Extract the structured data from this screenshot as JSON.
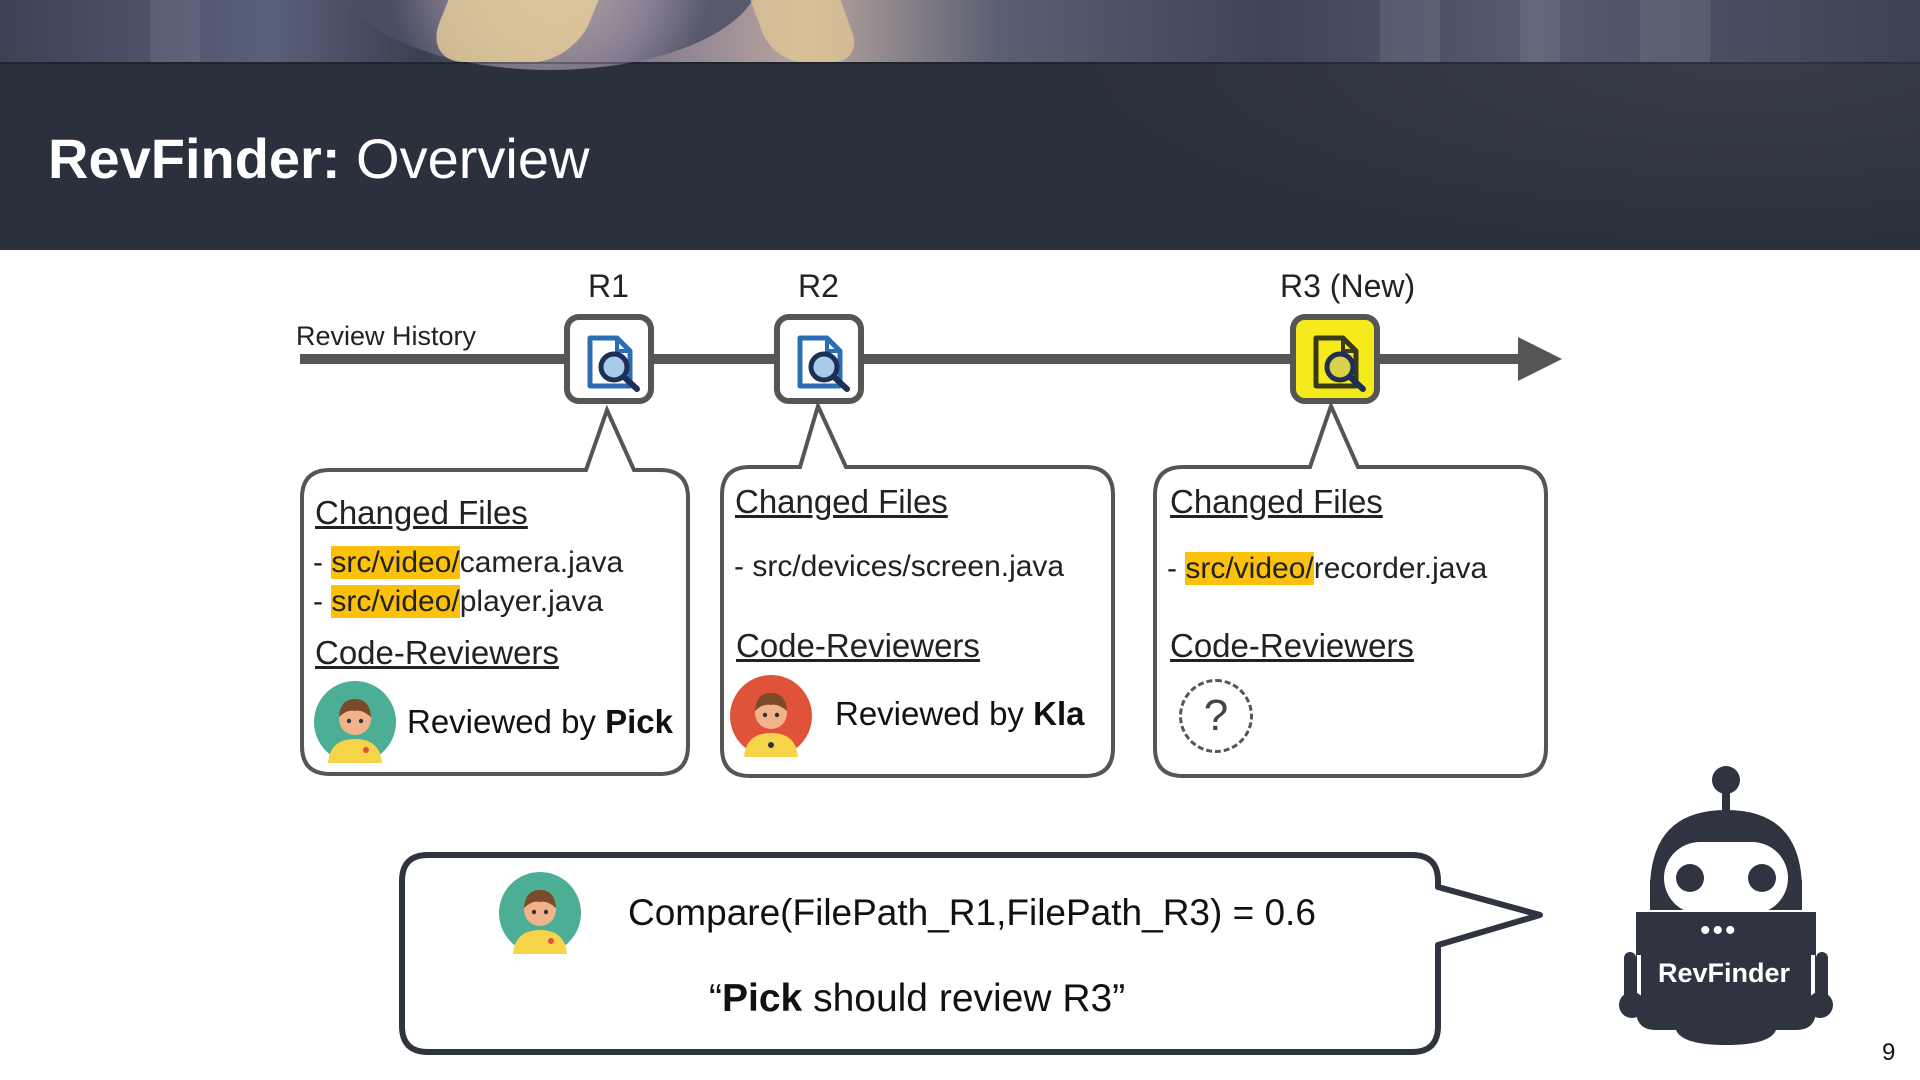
{
  "slide": {
    "title_bold": "RevFinder:",
    "title_rest": " Overview",
    "page_number": "9"
  },
  "timeline": {
    "label": "Review History",
    "reviews": [
      {
        "label": "R1"
      },
      {
        "label": "R2"
      },
      {
        "label": "R3 (New)"
      }
    ]
  },
  "cards": [
    {
      "changed_files_heading": "Changed Files",
      "files": [
        {
          "prefix": "- ",
          "highlight": "src/video/",
          "rest": "camera.java"
        },
        {
          "prefix": "- ",
          "highlight": "src/video/",
          "rest": "player.java"
        }
      ],
      "reviewers_heading": "Code-Reviewers",
      "reviewed_prefix": "Reviewed by ",
      "reviewer": "Pick"
    },
    {
      "changed_files_heading": "Changed Files",
      "files": [
        {
          "prefix": "- ",
          "highlight": "",
          "rest": "src/devices/screen.java"
        }
      ],
      "reviewers_heading": "Code-Reviewers",
      "reviewed_prefix": "Reviewed by ",
      "reviewer": "Kla"
    },
    {
      "changed_files_heading": "Changed Files",
      "files": [
        {
          "prefix": "- ",
          "highlight": "src/video/",
          "rest": "recorder.java"
        }
      ],
      "reviewers_heading": "Code-Reviewers",
      "unknown_symbol": "?"
    }
  ],
  "bubble": {
    "comparison": "Compare(FilePath_R1,FilePath_R3) = 0.6",
    "suggestion_open": "“",
    "suggestion_bold": "Pick",
    "suggestion_rest": " should review R3”"
  },
  "robot": {
    "label": "RevFinder",
    "dots": "•••"
  },
  "colors": {
    "banner": "#2b303d",
    "highlight": "#fcc10b",
    "new_review_fill": "#f5ea1a",
    "timeline": "#555555",
    "doc_icon": "#2a6db5",
    "avatar_green": "#4cae95",
    "avatar_red": "#e0533b",
    "robot": "#2f3440"
  },
  "icons": {
    "review": "document-search-icon",
    "robot": "robot-icon",
    "avatar": "person-avatar-icon"
  }
}
